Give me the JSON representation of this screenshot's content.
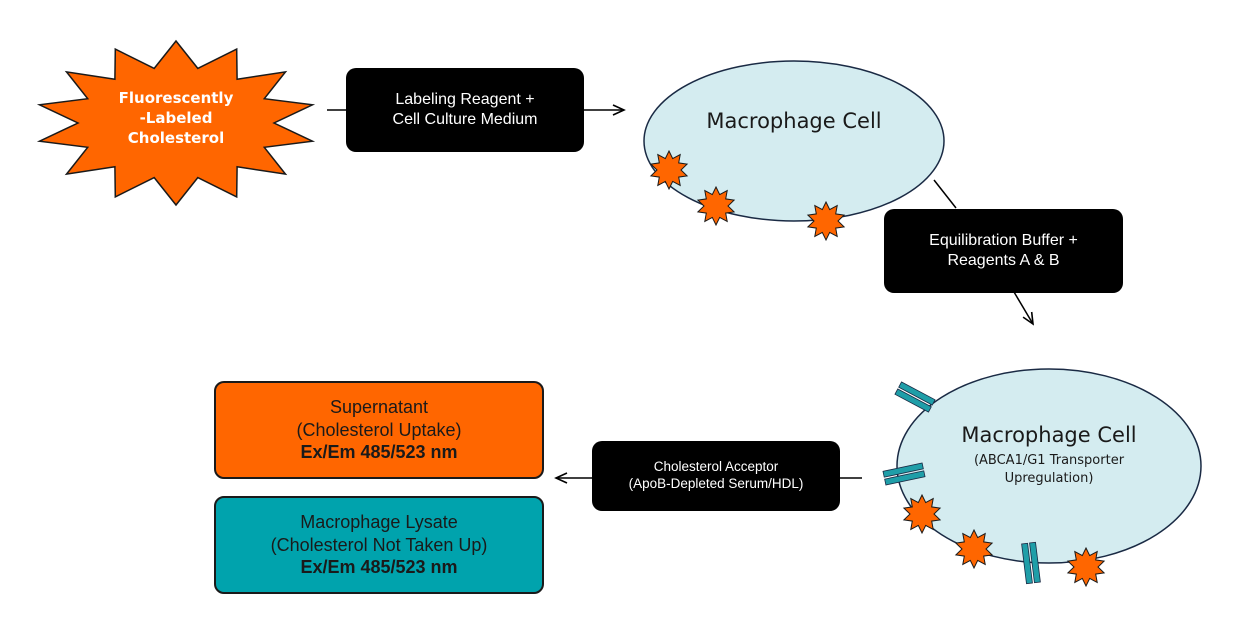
{
  "source": {
    "label_lines": [
      "Fluorescently",
      "-Labeled",
      "Cholesterol"
    ]
  },
  "steps": {
    "labeling": {
      "lines": [
        "Labeling Reagent +",
        "Cell Culture Medium"
      ]
    },
    "equilibration": {
      "lines": [
        "Equilibration Buffer +",
        "Reagents A & B"
      ]
    },
    "acceptor": {
      "lines": [
        "Cholesterol Acceptor",
        "(ApoB-Depleted Serum/HDL)"
      ]
    }
  },
  "cells": {
    "cell1": {
      "title": "Macrophage Cell"
    },
    "cell2": {
      "title": "Macrophage Cell",
      "subtitle_lines": [
        "(ABCA1/G1 Transporter",
        "Upregulation)"
      ]
    }
  },
  "results": {
    "supernatant": {
      "lines": [
        "Supernatant",
        "(Cholesterol Uptake)"
      ],
      "wavelength": "Ex/Em 485/523 nm"
    },
    "lysate": {
      "lines": [
        "Macrophage Lysate",
        "(Cholesterol Not Taken Up)"
      ],
      "wavelength": "Ex/Em 485/523 nm"
    }
  },
  "colors": {
    "orange": "#ff6600",
    "teal": "#00a3ad",
    "cell_fill": "#d4ecf0",
    "dark_box": "#000000",
    "transporter": "#1f9ea8"
  }
}
